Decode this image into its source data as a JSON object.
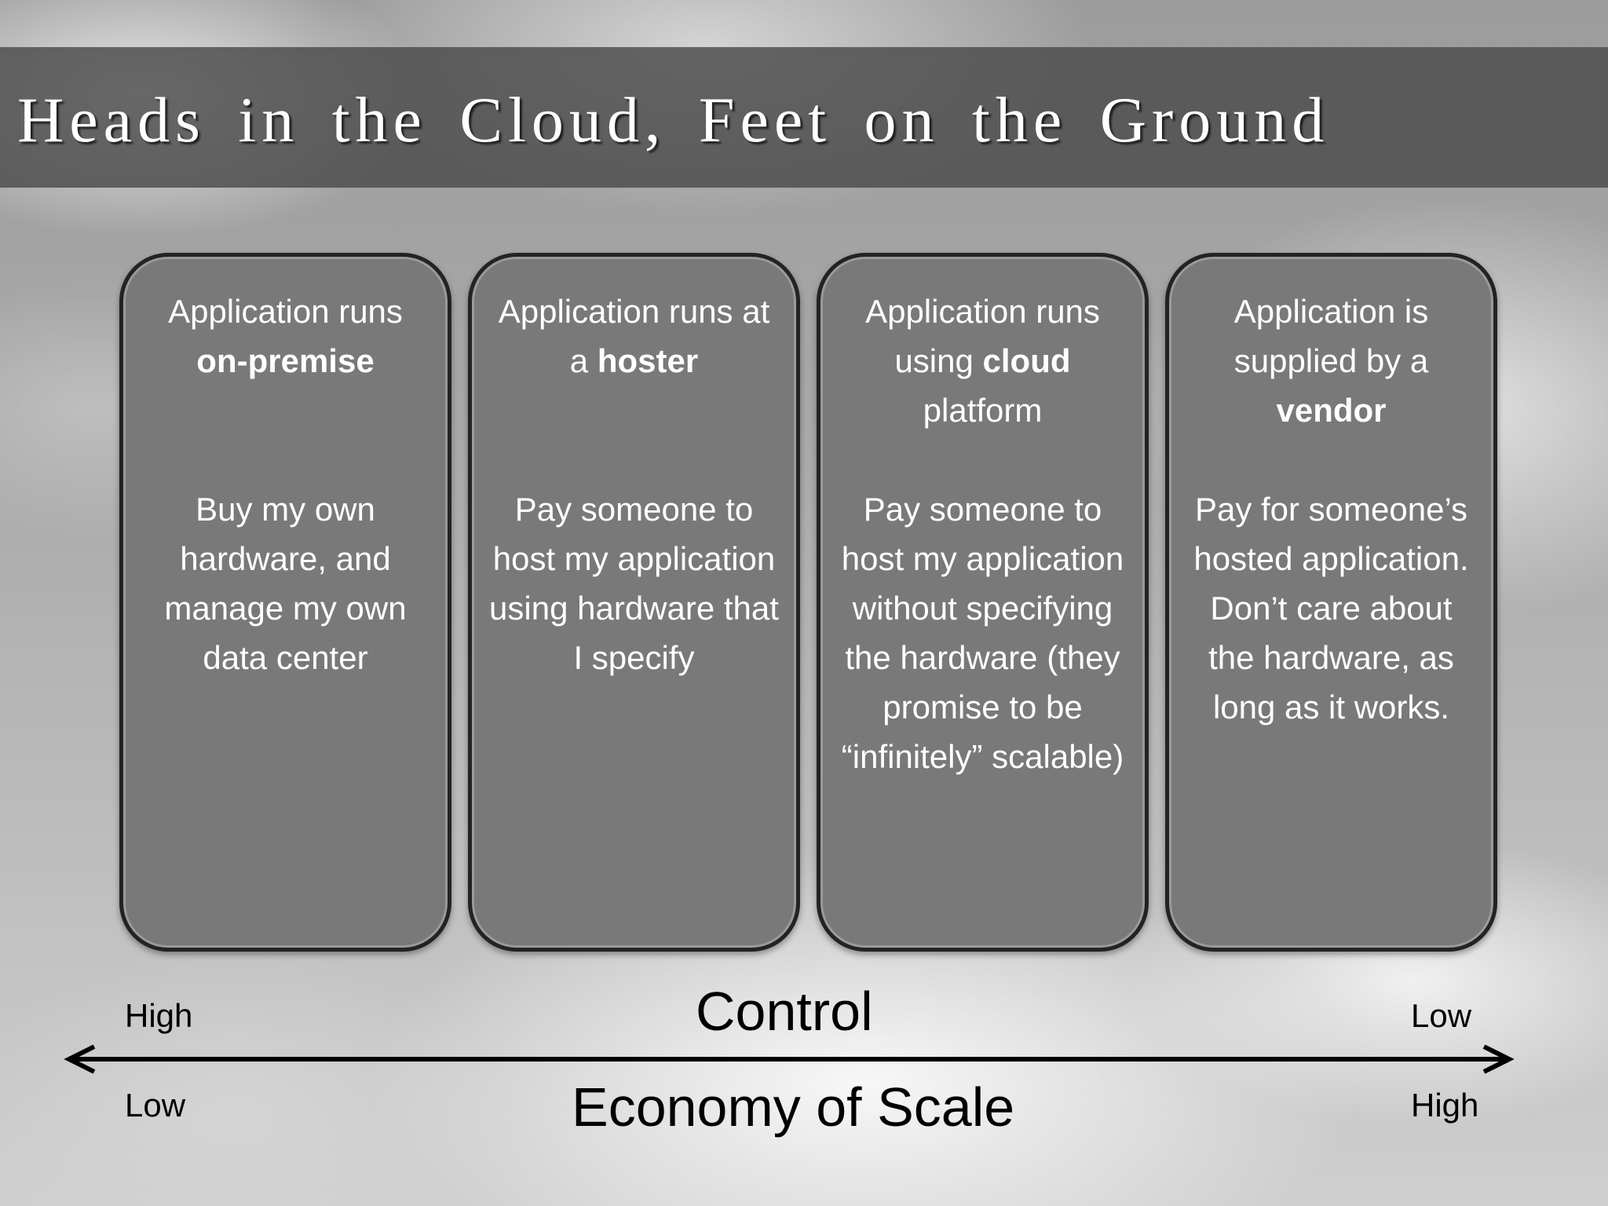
{
  "title": "Heads in the Cloud, Feet on the Ground",
  "cards": [
    {
      "head_pre": "Application runs",
      "head_bold": "on-premise",
      "head_post": "",
      "body": "Buy my own hardware, and manage my own data center"
    },
    {
      "head_pre": "Application runs at a",
      "head_bold": "hoster",
      "head_post": "",
      "body": "Pay someone to host my application using hardware that I specify"
    },
    {
      "head_pre": "Application runs using",
      "head_bold": "cloud",
      "head_post": "platform",
      "body": "Pay someone to host my application without specifying the hardware (they promise to be “infinitely” scalable)"
    },
    {
      "head_pre": "Application is supplied by a",
      "head_bold": "vendor",
      "head_post": "",
      "body": "Pay for someone’s hosted application. Don’t care about the hardware, as long as it works."
    }
  ],
  "axis": {
    "control_label": "Control",
    "control_left": "High",
    "control_right": "Low",
    "economy_label": "Economy of Scale",
    "economy_left": "Low",
    "economy_right": "High"
  }
}
